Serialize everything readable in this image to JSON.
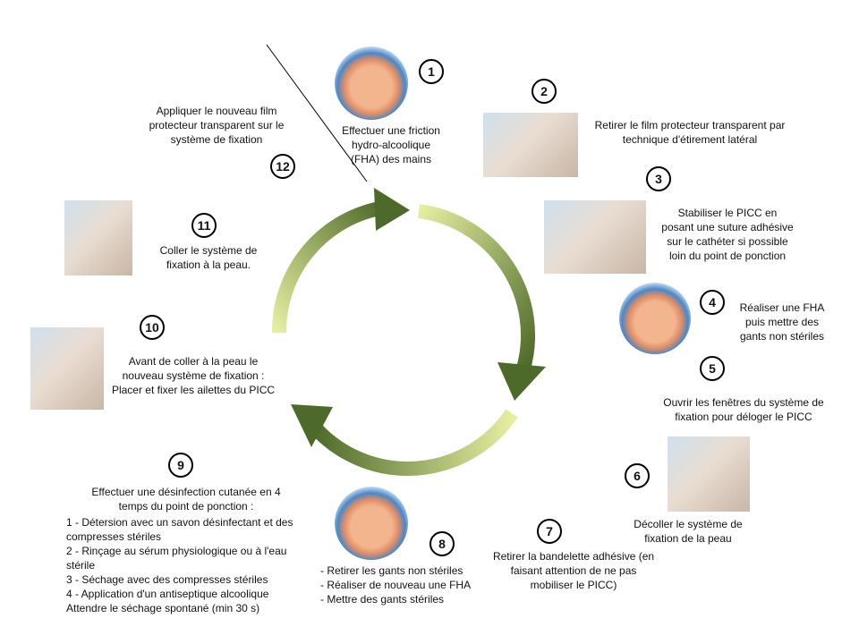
{
  "steps": [
    {
      "n": "1",
      "text": "Effectuer une friction hydro-alcoolique (FHA) des mains"
    },
    {
      "n": "2",
      "text": "Retirer le film protecteur transparent par technique d'étirement latéral"
    },
    {
      "n": "3",
      "text": "Stabiliser le PICC en posant une suture adhésive sur le cathéter si possible loin du point de ponction"
    },
    {
      "n": "4",
      "text": "Réaliser une FHA puis mettre des gants non stériles"
    },
    {
      "n": "5",
      "text": "Ouvrir les fenêtres du système de fixation pour déloger le PICC"
    },
    {
      "n": "6",
      "text": "Décoller le système de fixation de la peau"
    },
    {
      "n": "7",
      "text": "Retirer la bandelette adhésive (en faisant attention de ne pas mobiliser le PICC)"
    },
    {
      "n": "8",
      "lines": [
        "- Retirer les gants non stériles",
        "- Réaliser de nouveau une FHA",
        "- Mettre des gants stériles"
      ]
    },
    {
      "n": "9",
      "text": "Effectuer une désinfection cutanée en 4 temps du point de ponction  :",
      "lines": [
        "1 - Détersion avec un savon désinfectant et des compresses stériles",
        "2 - Rinçage au sérum physiologique ou à l'eau stérile",
        "3 - Séchage avec des compresses stériles",
        "4 - Application d'un antiseptique alcoolique",
        "Attendre le séchage spontané (min 30 s)"
      ]
    },
    {
      "n": "10",
      "text": "Avant de coller à la peau le nouveau système de fixation : Placer et fixer les ailettes du PICC"
    },
    {
      "n": "11",
      "text": "Coller le système de fixation à la peau."
    },
    {
      "n": "12",
      "text": "Appliquer le nouveau film protecteur transparent sur le système de fixation"
    }
  ],
  "colors": {
    "arrow_dark": "#4e6a2a",
    "arrow_light": "#e3ec9a"
  }
}
